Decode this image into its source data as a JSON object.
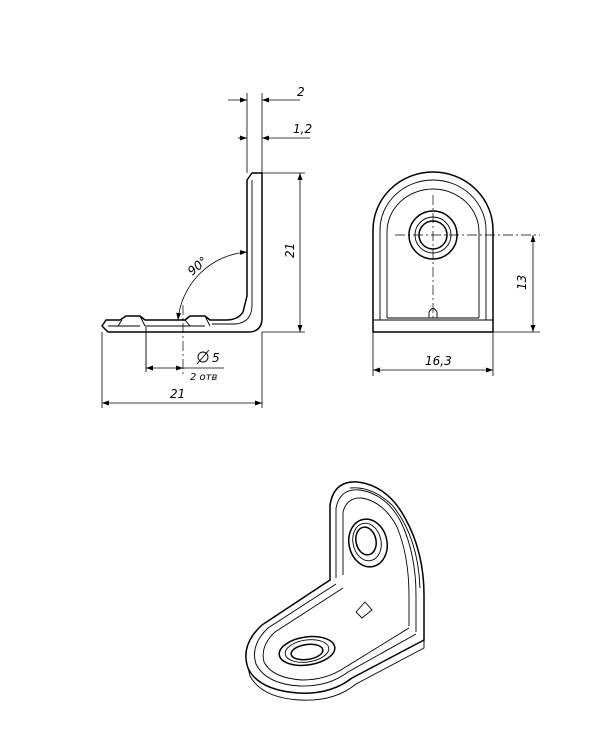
{
  "side_view": {
    "dim_thickness_outer": "2",
    "dim_thickness": "1,2",
    "dim_height": "21",
    "dim_angle": "90°",
    "dim_hole_diameter": "5",
    "dim_hole_count": "2 отв",
    "dim_length": "21"
  },
  "front_view": {
    "dim_hole_height": "13",
    "dim_width": "16,3"
  },
  "icons": {
    "diameter": "diameter-symbol-icon"
  }
}
